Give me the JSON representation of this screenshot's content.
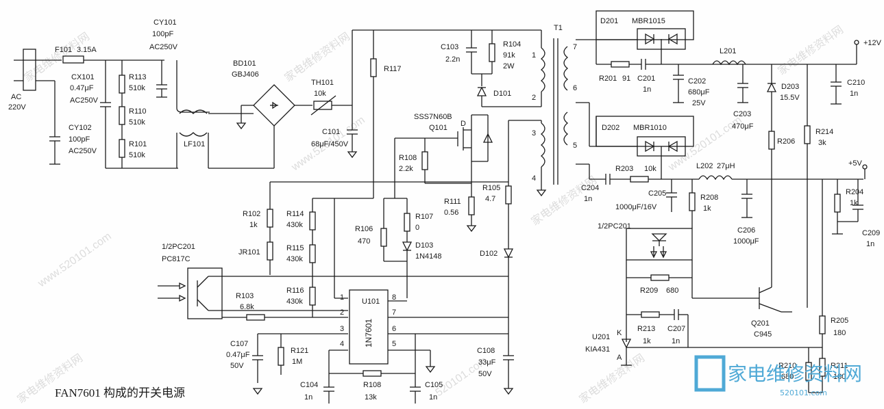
{
  "caption": "FAN7601 构成的开关电源",
  "watermark": {
    "cn": "家电维修资料网",
    "url": "www.520101.com",
    "url_short": "520101.com"
  },
  "logo": {
    "text": "家电维修资料网",
    "url": "520101.com"
  },
  "input": {
    "ac": "AC",
    "voltage": "220V"
  },
  "components": {
    "F101": {
      "ref": "F101",
      "value": "3.15A"
    },
    "CY101": {
      "ref": "CY101",
      "value": "100pF",
      "rating": "AC250V"
    },
    "CX101": {
      "ref": "CX101",
      "value": "0.47μF",
      "rating": "AC250V"
    },
    "CY102": {
      "ref": "CY102",
      "value": "100pF",
      "rating": "AC250V"
    },
    "R113": {
      "ref": "R113",
      "value": "510k"
    },
    "R110": {
      "ref": "R110",
      "value": "510k"
    },
    "R101": {
      "ref": "R101",
      "value": "510k"
    },
    "LF101": {
      "ref": "LF101"
    },
    "BD101": {
      "ref": "BD101",
      "value": "GBJ406"
    },
    "TH101": {
      "ref": "TH101",
      "value": "10k"
    },
    "C101": {
      "ref": "C101",
      "value": "68μF/450V"
    },
    "R117": {
      "ref": "R117"
    },
    "C103": {
      "ref": "C103",
      "value": "2.2n"
    },
    "R104": {
      "ref": "R104",
      "value": "91k",
      "rating": "2W"
    },
    "D101": {
      "ref": "D101"
    },
    "Q101": {
      "ref": "Q101",
      "value": "SSS7N60B",
      "pin": "D"
    },
    "R108": {
      "ref": "R108",
      "value": "2.2k"
    },
    "R111": {
      "ref": "R111",
      "value": "0.56"
    },
    "R105": {
      "ref": "R105",
      "value": "4.7"
    },
    "D102": {
      "ref": "D102"
    },
    "R102": {
      "ref": "R102",
      "value": "1k"
    },
    "JR101": {
      "ref": "JR101"
    },
    "R114": {
      "ref": "R114",
      "value": "430k"
    },
    "R115": {
      "ref": "R115",
      "value": "430k"
    },
    "R116": {
      "ref": "R116",
      "value": "430k"
    },
    "R106": {
      "ref": "R106",
      "value": "470"
    },
    "R107": {
      "ref": "R107",
      "value": "0"
    },
    "D103": {
      "ref": "D103",
      "value": "1N4148"
    },
    "PC201a": {
      "ref": "1/2PC201",
      "value": "PC817C"
    },
    "R103": {
      "ref": "R103",
      "value": "6.8k"
    },
    "U101": {
      "ref": "U101",
      "value": "1N7601"
    },
    "C107": {
      "ref": "C107",
      "value": "0.47μF",
      "rating": "50V"
    },
    "R121": {
      "ref": "R121",
      "value": "1M"
    },
    "C104": {
      "ref": "C104",
      "value": "1n"
    },
    "R108b": {
      "ref": "R108",
      "value": "13k"
    },
    "C105": {
      "ref": "C105",
      "value": "1n"
    },
    "C108": {
      "ref": "C108",
      "value": "33μF",
      "rating": "50V"
    },
    "T1": {
      "ref": "T1"
    },
    "D201": {
      "ref": "D201",
      "value": "MBR1015"
    },
    "D202": {
      "ref": "D202",
      "value": "MBR1010"
    },
    "R201": {
      "ref": "R201",
      "value": "91"
    },
    "C201": {
      "ref": "C201",
      "value": "1n"
    },
    "L201": {
      "ref": "L201"
    },
    "C202": {
      "ref": "C202",
      "value": "680μF",
      "rating": "25V"
    },
    "C203": {
      "ref": "C203",
      "value": "470μF"
    },
    "D203": {
      "ref": "D203",
      "value": "15.5V"
    },
    "C210": {
      "ref": "C210",
      "value": "1n"
    },
    "R214": {
      "ref": "R214",
      "value": "3k"
    },
    "R206": {
      "ref": "R206"
    },
    "R203": {
      "ref": "R203",
      "value": "10k"
    },
    "L202": {
      "ref": "L202",
      "value": "27μH"
    },
    "C204": {
      "ref": "C204",
      "value": "1n"
    },
    "C205": {
      "ref": "C205",
      "value": "1000μF/16V"
    },
    "R208": {
      "ref": "R208",
      "value": "1k"
    },
    "C206": {
      "ref": "C206",
      "value": "1000μF"
    },
    "R204": {
      "ref": "R204",
      "value": "1k"
    },
    "C209": {
      "ref": "C209",
      "value": "1n"
    },
    "PC201b": {
      "ref": "1/2PC201"
    },
    "R209": {
      "ref": "R209",
      "value": "680"
    },
    "Q201": {
      "ref": "Q201",
      "value": "C945"
    },
    "R213": {
      "ref": "R213",
      "value": "1k"
    },
    "C207": {
      "ref": "C207",
      "value": "1n"
    },
    "U201": {
      "ref": "U201",
      "value": "KIA431",
      "k": "K",
      "a": "A"
    },
    "R205": {
      "ref": "R205",
      "value": "180"
    },
    "R210": {
      "ref": "R210",
      "value": "680"
    },
    "R211": {
      "ref": "R211",
      "value": "180"
    }
  },
  "outputs": {
    "v12": "+12V",
    "v5": "+5V"
  },
  "pins": {
    "p1": "1",
    "p2": "2",
    "p3": "3",
    "p4": "4",
    "p5": "5",
    "p6": "6",
    "p7": "7",
    "p8": "8"
  },
  "tpins": {
    "t1": "1",
    "t2": "2",
    "t3": "3",
    "t4": "4",
    "t5": "5",
    "t6": "6",
    "t7": "7"
  }
}
